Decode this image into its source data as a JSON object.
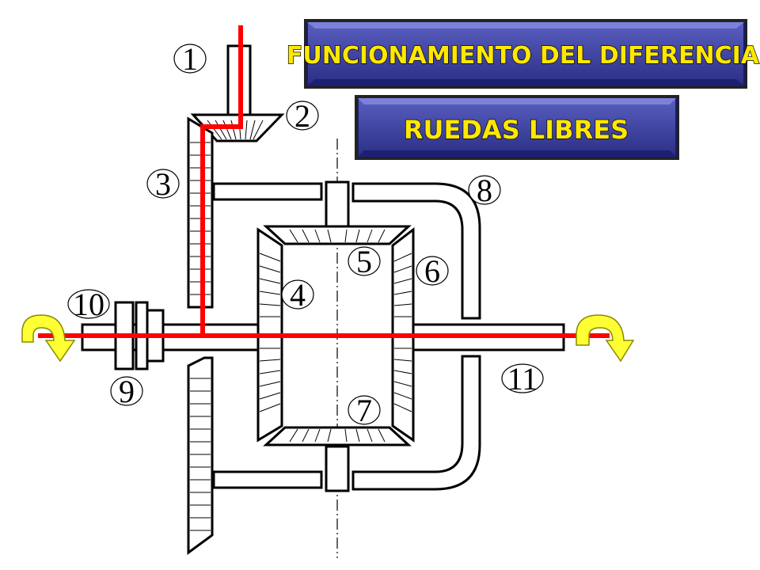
{
  "title": "FUNCIONAMIENTO DEL DIFERENCIAL",
  "subtitle": "RUEDAS LIBRES",
  "part_labels": [
    "1",
    "2",
    "3",
    "4",
    "5",
    "6",
    "7",
    "8",
    "9",
    "10",
    "11"
  ],
  "colors": {
    "banner_fill": "#3a3fa0",
    "banner_text": "#ffe800",
    "power_flow_line": "#ff0000",
    "rotation_arrow": "#ffff33",
    "outline": "#000000"
  },
  "icons": {
    "left_wheel": "curved-rotation-arrow",
    "right_wheel": "curved-rotation-arrow"
  }
}
